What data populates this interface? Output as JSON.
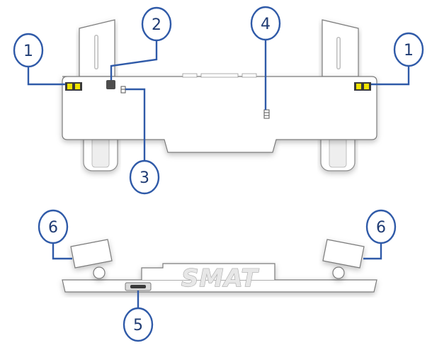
{
  "diagram": {
    "callouts": [
      {
        "id": "c1-left",
        "label": "1"
      },
      {
        "id": "c2",
        "label": "2"
      },
      {
        "id": "c4",
        "label": "4"
      },
      {
        "id": "c1-right",
        "label": "1"
      },
      {
        "id": "c3",
        "label": "3"
      },
      {
        "id": "c6-left",
        "label": "6"
      },
      {
        "id": "c6-right",
        "label": "6"
      },
      {
        "id": "c5",
        "label": "5"
      }
    ],
    "logo_text": "SMAT",
    "colors": {
      "callout_stroke": "#2f5aa8",
      "callout_text": "#1f3b73",
      "device_fill": "#ffffff",
      "device_stroke": "#7a7a7a",
      "led_fill": "#f2e400"
    }
  }
}
